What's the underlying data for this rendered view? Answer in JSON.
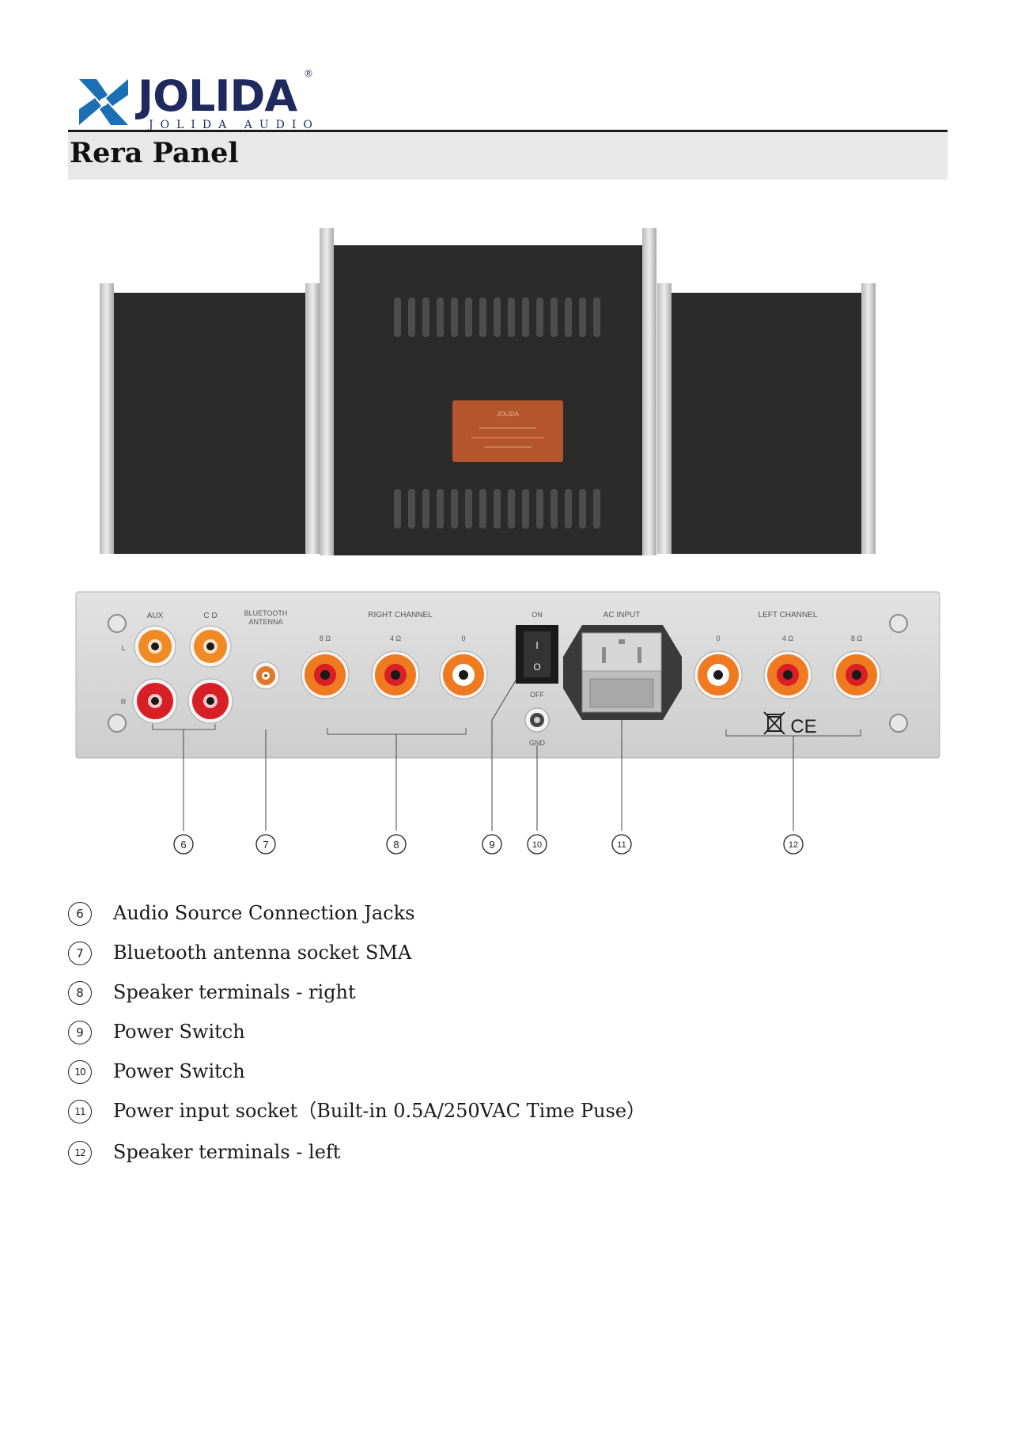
{
  "brand": {
    "name": "JOLIDA",
    "subtitle": "JOLIDA AUDIO",
    "registered": "®"
  },
  "page_title": "Rera Panel",
  "panel_labels": {
    "aux": "AUX",
    "cd": "C D",
    "left": "L",
    "right": "R",
    "bluetooth_line1": "BLUETOOTH",
    "bluetooth_line2": "ANTENNA",
    "right_channel": "RIGHT CHANNEL",
    "left_channel": "LEFT CHANNEL",
    "ac_input": "AC INPUT",
    "on": "ON",
    "off": "OFF",
    "gnd": "GND",
    "ohm8": "8 Ω",
    "ohm4": "4 Ω",
    "zero": "0",
    "switch_i": "I",
    "switch_o": "O",
    "ce": "CE",
    "plate_brand": "JOLIDA"
  },
  "callouts": [
    "6",
    "7",
    "8",
    "9",
    "10",
    "11",
    "12"
  ],
  "legend": [
    {
      "num": "6",
      "text": "Audio Source Connection Jacks"
    },
    {
      "num": "7",
      "text": "Bluetooth antenna socket SMA"
    },
    {
      "num": "8",
      "text": "Speaker terminals - right"
    },
    {
      "num": "9",
      "text": "Power Switch"
    },
    {
      "num": "10",
      "text": "Power Switch"
    },
    {
      "num": "11",
      "text": "Power input socket（Built-in 0.5A/250VAC Time Puse）"
    },
    {
      "num": "12",
      "text": "Speaker terminals - left"
    }
  ],
  "colors": {
    "brand_blue": "#1a6fb5",
    "brand_navy": "#1e2a5e",
    "transformer": "#2b2b2b",
    "panel": "#d4d4d4",
    "jack_orange": "#f08a24",
    "jack_red": "#d81f26",
    "plate_copper": "#b5552e"
  }
}
